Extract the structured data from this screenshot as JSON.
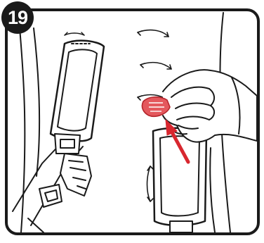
{
  "step": {
    "number": "19"
  },
  "colors": {
    "line": "#1a1a1a",
    "accent_fill": "#e4585d",
    "accent_stroke": "#b5262c",
    "arrow": "#d8272f",
    "background": "#ffffff"
  },
  "icons": {
    "step_badge": "number-badge",
    "motion_arrows": "double-headed-curved-arrow",
    "direction_arrow": "arrow-up-left"
  }
}
